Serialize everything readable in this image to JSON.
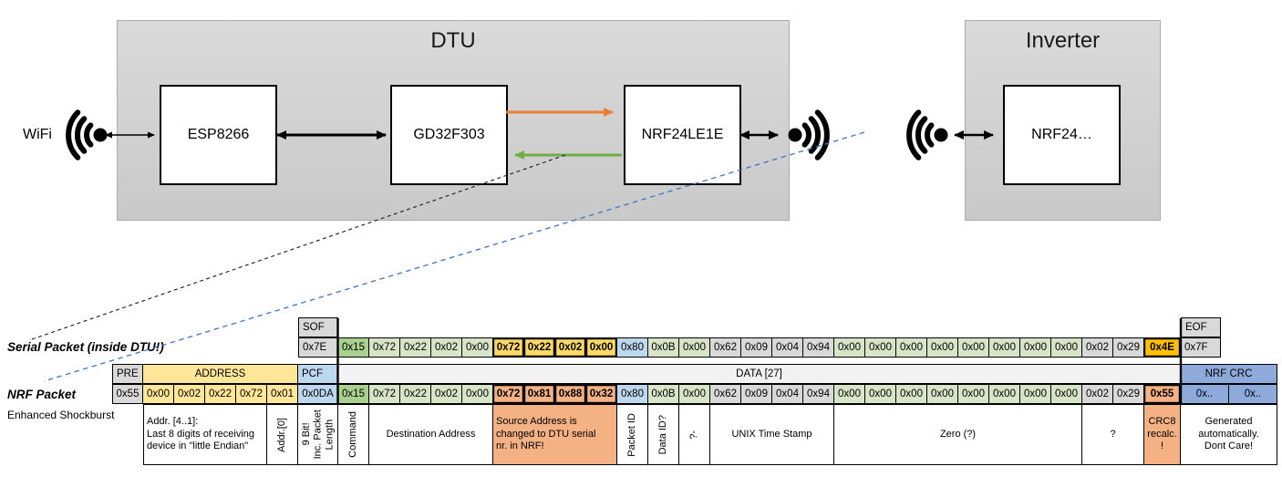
{
  "diagram": {
    "wifi_label": "WiFi",
    "dtu": {
      "title": "DTU",
      "chips": [
        "ESP8266",
        "GD32F303",
        "NRF24LE1E"
      ]
    },
    "inverter": {
      "title": "Inverter",
      "chip": "NRF24…"
    },
    "colors": {
      "orange_arrow": "#ED7D31",
      "green_arrow": "#70AD47",
      "blue_dashed": "#4472C4"
    }
  },
  "serial_packet": {
    "label": "Serial Packet (inside DTU!)",
    "sof": {
      "header": "SOF",
      "value": "0x7E"
    },
    "eof": {
      "header": "EOF",
      "value": "0x7F"
    },
    "bytes": [
      {
        "v": "0x15",
        "c": "gd"
      },
      {
        "v": "0x72",
        "c": "gl"
      },
      {
        "v": "0x22",
        "c": "gl"
      },
      {
        "v": "0x02",
        "c": "gl"
      },
      {
        "v": "0x00",
        "c": "gl"
      },
      {
        "v": "0x72",
        "c": "au",
        "b": true
      },
      {
        "v": "0x22",
        "c": "au",
        "b": true
      },
      {
        "v": "0x02",
        "c": "au",
        "b": true
      },
      {
        "v": "0x00",
        "c": "au",
        "b": true
      },
      {
        "v": "0x80",
        "c": "bl"
      },
      {
        "v": "0x0B",
        "c": "gl"
      },
      {
        "v": "0x00",
        "c": "gl"
      },
      {
        "v": "0x62",
        "c": "gy"
      },
      {
        "v": "0x09",
        "c": "gy"
      },
      {
        "v": "0x04",
        "c": "gy"
      },
      {
        "v": "0x94",
        "c": "gy"
      },
      {
        "v": "0x00",
        "c": "gl"
      },
      {
        "v": "0x00",
        "c": "gl"
      },
      {
        "v": "0x00",
        "c": "gl"
      },
      {
        "v": "0x00",
        "c": "gl"
      },
      {
        "v": "0x00",
        "c": "gl"
      },
      {
        "v": "0x00",
        "c": "gl"
      },
      {
        "v": "0x00",
        "c": "gl"
      },
      {
        "v": "0x00",
        "c": "gl"
      },
      {
        "v": "0x02",
        "c": "gy"
      },
      {
        "v": "0x29",
        "c": "gy"
      },
      {
        "v": "0x4E",
        "c": "am",
        "b": true
      }
    ]
  },
  "nrf_packet": {
    "label": "NRF Packet",
    "sublabel": "Enhanced Shockburst",
    "headers": [
      {
        "label": "PRE",
        "c": "gy",
        "col": "pre"
      },
      {
        "label": "ADDRESS",
        "c": "ye",
        "col": "addr"
      },
      {
        "label": "PCF",
        "c": "bl",
        "col": "pcf"
      },
      {
        "label": "DATA [27]",
        "c": "lt",
        "col": "data"
      },
      {
        "label": "NRF CRC",
        "c": "bd",
        "col": "crc"
      }
    ],
    "pre": [
      {
        "v": "0x55",
        "c": "gy"
      }
    ],
    "address": [
      {
        "v": "0x00",
        "c": "ye"
      },
      {
        "v": "0x02",
        "c": "ye"
      },
      {
        "v": "0x22",
        "c": "ye"
      },
      {
        "v": "0x72",
        "c": "ye"
      },
      {
        "v": "0x01",
        "c": "ye"
      }
    ],
    "pcf": [
      {
        "v": "0x0DA",
        "c": "bl"
      }
    ],
    "data": [
      {
        "v": "0x15",
        "c": "gd"
      },
      {
        "v": "0x72",
        "c": "gl"
      },
      {
        "v": "0x22",
        "c": "gl"
      },
      {
        "v": "0x02",
        "c": "gl"
      },
      {
        "v": "0x00",
        "c": "gl"
      },
      {
        "v": "0x72",
        "c": "sa",
        "b": true
      },
      {
        "v": "0x81",
        "c": "sa",
        "b": true
      },
      {
        "v": "0x88",
        "c": "sa",
        "b": true
      },
      {
        "v": "0x32",
        "c": "sa",
        "b": true
      },
      {
        "v": "0x80",
        "c": "bl"
      },
      {
        "v": "0x0B",
        "c": "gl"
      },
      {
        "v": "0x00",
        "c": "gl"
      },
      {
        "v": "0x62",
        "c": "gy"
      },
      {
        "v": "0x09",
        "c": "gy"
      },
      {
        "v": "0x04",
        "c": "gy"
      },
      {
        "v": "0x94",
        "c": "gy"
      },
      {
        "v": "0x00",
        "c": "gl"
      },
      {
        "v": "0x00",
        "c": "gl"
      },
      {
        "v": "0x00",
        "c": "gl"
      },
      {
        "v": "0x00",
        "c": "gl"
      },
      {
        "v": "0x00",
        "c": "gl"
      },
      {
        "v": "0x00",
        "c": "gl"
      },
      {
        "v": "0x00",
        "c": "gl"
      },
      {
        "v": "0x00",
        "c": "gl"
      },
      {
        "v": "0x02",
        "c": "gy"
      },
      {
        "v": "0x29",
        "c": "gy"
      },
      {
        "v": "0x55",
        "c": "sa",
        "b": true
      }
    ],
    "crc": [
      {
        "v": "0x..",
        "c": "bd"
      },
      {
        "v": "0x..",
        "c": "bd"
      }
    ]
  },
  "annotations": [
    {
      "text": "Addr. [4..1]:\nLast 8 digits of receiving\ndevice in \"little Endian\"",
      "span": 4,
      "align": "left"
    },
    {
      "text": "Addr.[0]",
      "span": 1,
      "vertical": true
    },
    {
      "text": "9 Bit!\nInc. Packet\nLength",
      "col": "pcf",
      "vertical": true
    },
    {
      "text": "Command",
      "span": 1,
      "vertical": true
    },
    {
      "text": "Destination Address",
      "span": 4
    },
    {
      "text": "Source Address is\nchanged to DTU serial\nnr. in NRF!",
      "span": 4,
      "bg": "sa",
      "align": "left"
    },
    {
      "text": "Packet ID",
      "span": 1,
      "vertical": true
    },
    {
      "text": "Data ID?",
      "span": 1,
      "vertical": true
    },
    {
      "text": "?-",
      "span": 1,
      "vertical": true
    },
    {
      "text": "UNIX Time Stamp",
      "span": 4
    },
    {
      "text": "Zero (?)",
      "span": 8
    },
    {
      "text": "?",
      "span": 2
    },
    {
      "text": "CRC8\nrecalc.\n!",
      "col": "last",
      "bg": "sa"
    },
    {
      "text": "Generated\nautomatically.\nDont Care!",
      "col": "crc"
    }
  ]
}
